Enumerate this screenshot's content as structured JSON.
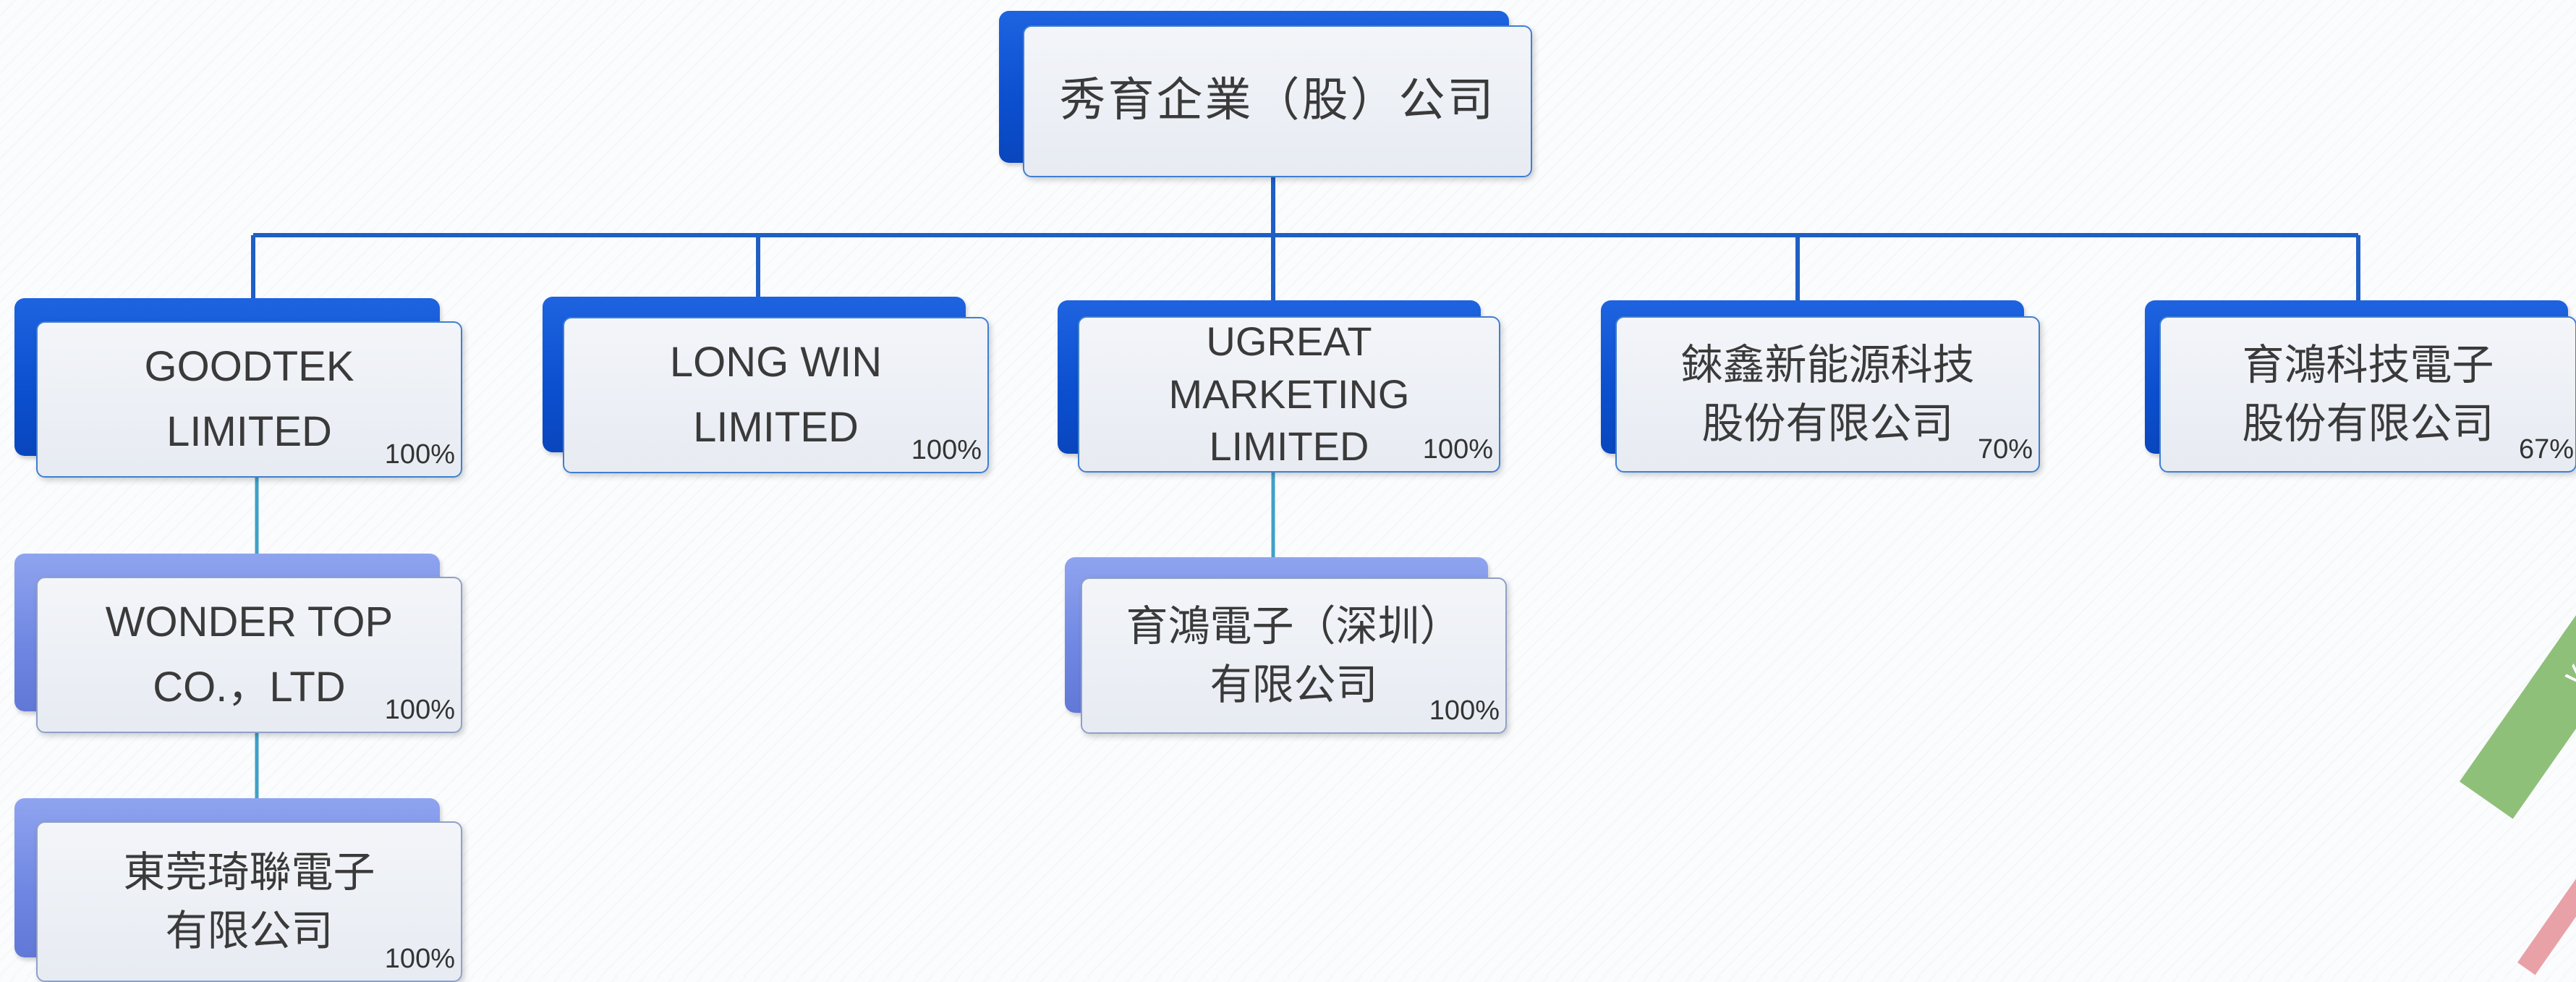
{
  "nodes": {
    "root": {
      "label": "秀育企業（股）公司",
      "percent": ""
    },
    "goodtek": {
      "label": "GOODTEK\nLIMITED",
      "percent": "100%"
    },
    "longwin": {
      "label": "LONG WIN\nLIMITED",
      "percent": "100%"
    },
    "ugreat": {
      "label": "UGREAT\nMARKETING\nLIMITED",
      "percent": "100%"
    },
    "lianxin": {
      "label": "錸鑫新能源科技\n股份有限公司",
      "percent": "70%"
    },
    "yuhong": {
      "label": "育鴻科技電子\n股份有限公司",
      "percent": "67%"
    },
    "wondertop": {
      "label": "WONDER  TOP\nCO.，LTD",
      "percent": "100%"
    },
    "dongguan": {
      "label": "東莞琦聯電子\n有限公司",
      "percent": "100%"
    },
    "shenzhen": {
      "label": "育鴻電子（深圳）\n有限公司",
      "percent": "100%"
    }
  },
  "watermark": {
    "text": "ver for you"
  },
  "colors": {
    "primary_box": "#0b4fcf",
    "secondary_box": "#6f86e2",
    "connector_dark": "#1f5fc4",
    "connector_light": "#3fa0c8"
  }
}
